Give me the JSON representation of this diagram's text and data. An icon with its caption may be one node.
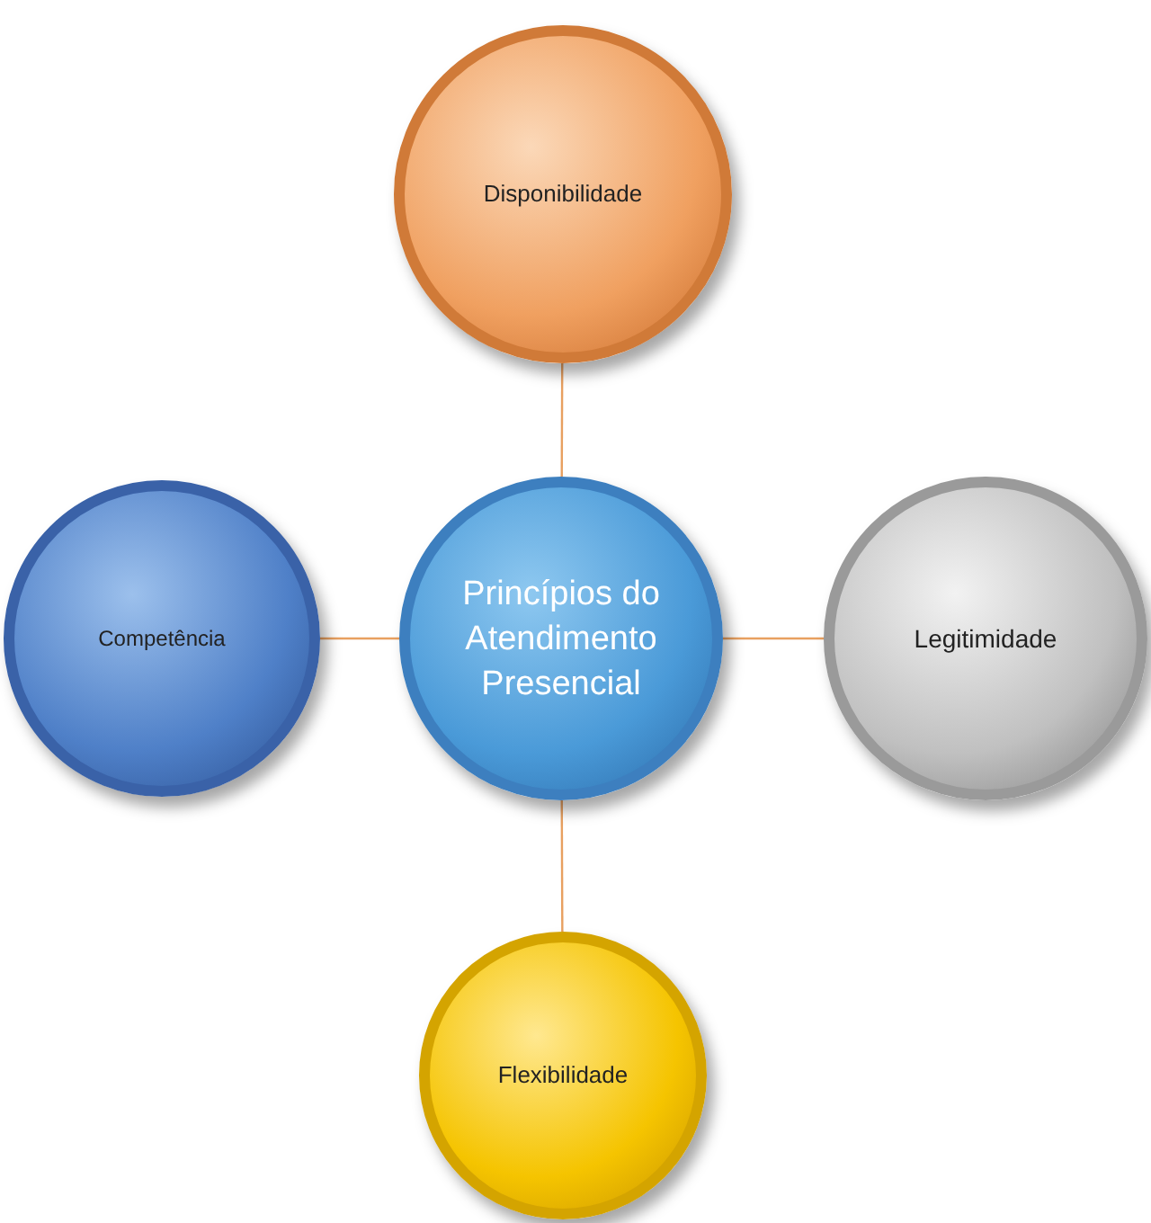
{
  "diagram": {
    "nodes": [
      {
        "text": [
          "Princípios do Atendimento Presencial"
        ]
      },
      {
        "text": [
          "Disponibilidade"
        ]
      },
      {
        "text": [
          "Competência"
        ]
      },
      {
        "text": [
          "Legitimidade"
        ]
      },
      {
        "text": [
          "Flexibilidade"
        ]
      }
    ],
    "edges": [
      {
        "from": 0,
        "to": 1,
        "arrow": "none"
      },
      {
        "from": 0,
        "to": 2,
        "arrow": "none"
      },
      {
        "from": 0,
        "to": 3,
        "arrow": "none"
      },
      {
        "from": 0,
        "to": 4,
        "arrow": "none"
      }
    ]
  }
}
